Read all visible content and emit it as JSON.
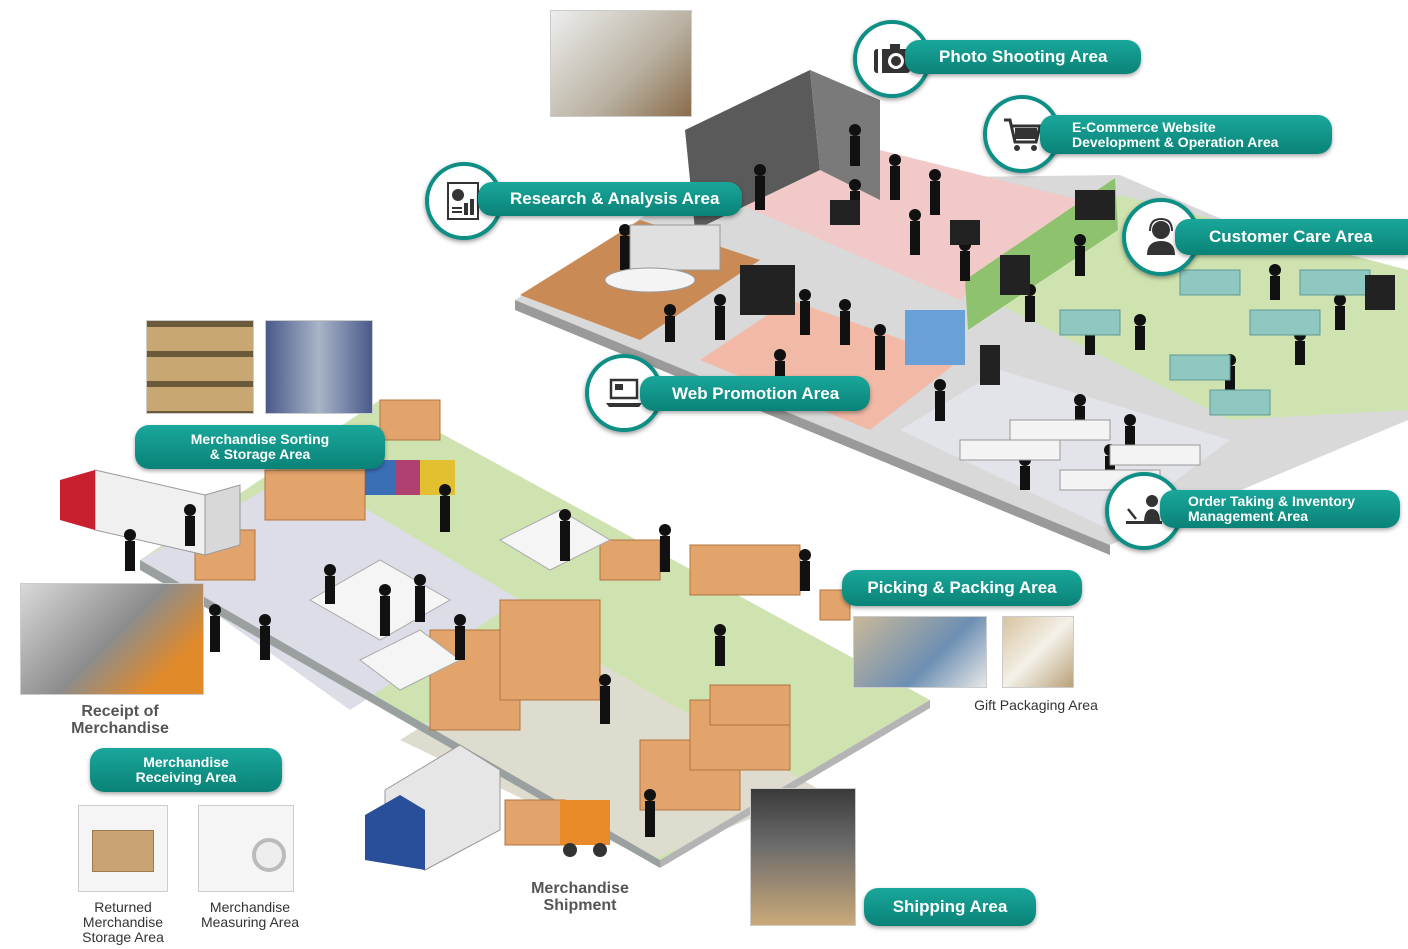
{
  "areas": {
    "photo_shooting": "Photo Shooting Area",
    "ecommerce_line1": "E-Commerce Website",
    "ecommerce_line2": "Development & Operation Area",
    "research": "Research & Analysis Area",
    "customer_care": "Customer Care Area",
    "web_promotion": "Web Promotion Area",
    "order_taking_line1": "Order Taking & Inventory",
    "order_taking_line2": "Management Area",
    "sorting_line1": "Merchandise Sorting",
    "sorting_line2": "& Storage Area",
    "picking": "Picking & Packing Area",
    "receiving_line1": "Merchandise",
    "receiving_line2": "Receiving Area",
    "shipping": "Shipping Area"
  },
  "captions": {
    "gift_packaging": "Gift Packaging Area",
    "receipt_line1": "Receipt of",
    "receipt_line2": "Merchandise",
    "returned_line1": "Returned",
    "returned_line2": "Merchandise",
    "returned_line3": "Storage Area",
    "measuring_line1": "Merchandise",
    "measuring_line2": "Measuring Area",
    "shipment_line1": "Merchandise",
    "shipment_line2": "Shipment"
  },
  "icons": {
    "photo_shooting": "camera-icon",
    "ecommerce": "shopping-cart-icon",
    "research": "chart-document-icon",
    "customer_care": "headset-operator-icon",
    "web_promotion": "laptop-icon",
    "order_taking": "desk-worker-icon"
  },
  "colors": {
    "accent": "#0e8f85",
    "floor_green": "#cfe3b0",
    "floor_grey": "#dcdde6",
    "floor_wood": "#c98a55",
    "floor_pink": "#f2c9c9",
    "box": "#e3a46b"
  }
}
